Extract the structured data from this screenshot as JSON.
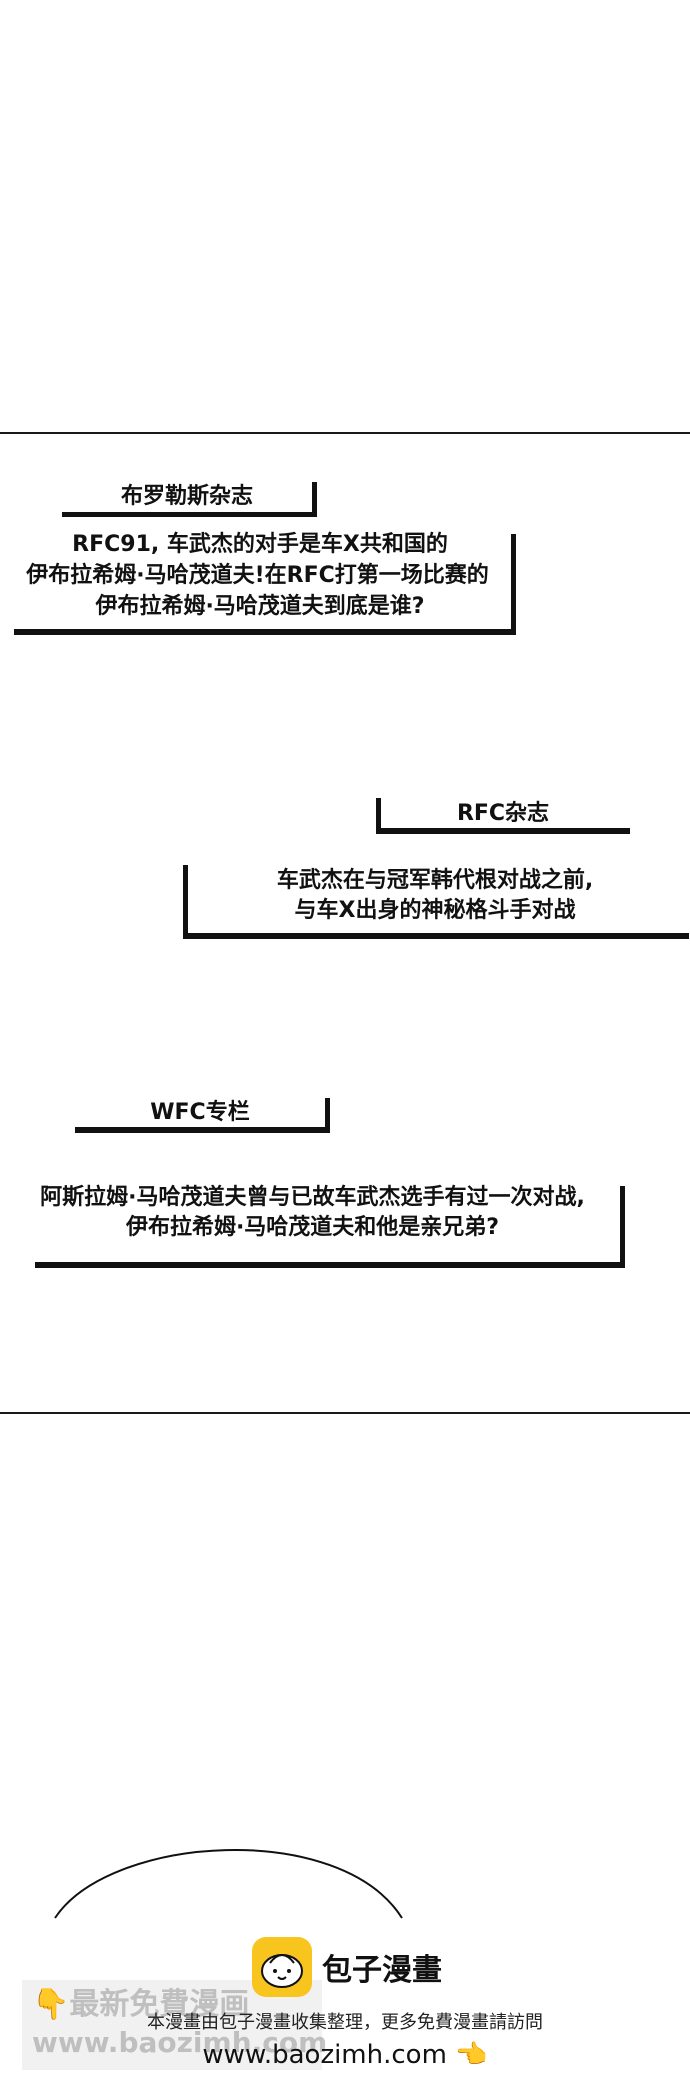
{
  "panels": [
    {
      "label": "布罗勒斯杂志",
      "headline": [
        "RFC91, 车武杰的对手是车X共和国的",
        "伊布拉希姆·马哈茂道夫!在RFC打第一场比赛的",
        "伊布拉希姆·马哈茂道夫到底是谁?"
      ]
    },
    {
      "label": "RFC杂志",
      "headline": [
        "车武杰在与冠军韩代根对战之前,",
        "与车X出身的神秘格斗手对战"
      ]
    },
    {
      "label": "WFC专栏",
      "headline": [
        "阿斯拉姆·马哈茂道夫曾与已故车武杰选手有过一次对战,",
        "伊布拉希姆·马哈茂道夫和他是亲兄弟?"
      ]
    }
  ],
  "footer": {
    "brand": "包子漫畫",
    "note": "本漫畫由包子漫畫收集整理，更多免費漫畫請訪問",
    "url": "www.baozimh.com",
    "watermark_line1": "最新免費漫画",
    "watermark_line2": "www.baozimh.com",
    "hand_icon": "👇",
    "point_icon": "👈"
  },
  "colors": {
    "ink": "#111111",
    "brand_yellow": "#f7c51e"
  }
}
